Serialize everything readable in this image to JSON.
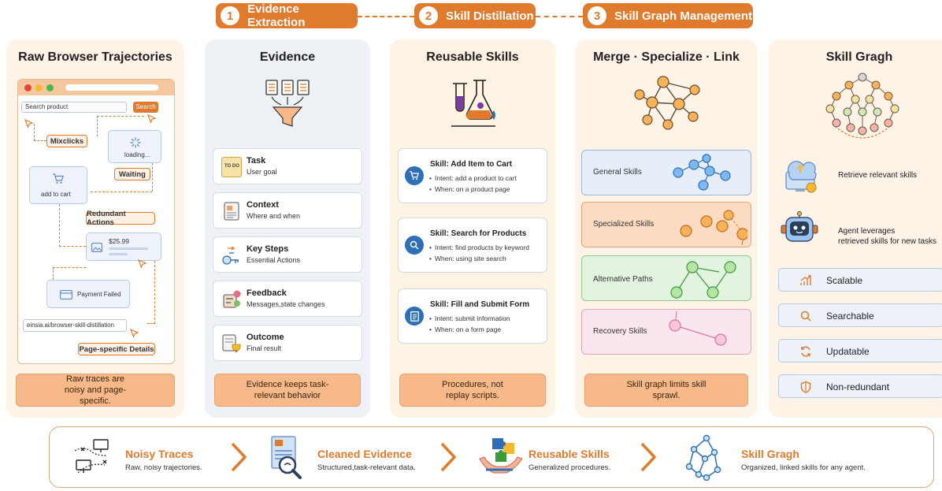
{
  "stages": [
    {
      "num": "1",
      "label": "Evidence Extraction"
    },
    {
      "num": "2",
      "label": "Skill Distillation"
    },
    {
      "num": "3",
      "label": "Skill Graph Management"
    }
  ],
  "col1": {
    "title": "Raw Browser Trajectories",
    "search_placeholder": "Search product",
    "search_button": "Search",
    "loading": "loading...",
    "add_to_cart": "add to cart",
    "price": "$25.99",
    "payment_failed": "Payment Failed",
    "url": "einsia.ai/browser-skill-distillation",
    "tags": [
      "Mixclicks",
      "Waiting",
      "Redundant Actions",
      "Page-specific Details"
    ],
    "footer": "Raw traces are noisy and page-specific."
  },
  "col2": {
    "title": "Evidence",
    "cards": [
      {
        "title": "Task",
        "sub": "User goal",
        "icon": "todo-icon"
      },
      {
        "title": "Context",
        "sub": "Where and when",
        "icon": "document-icon"
      },
      {
        "title": "Key Steps",
        "sub": "Essential Actions",
        "icon": "steps-icon"
      },
      {
        "title": "Feedback",
        "sub": "Messages,state changes",
        "icon": "feedback-icon"
      },
      {
        "title": "Outcome",
        "sub": "Final result",
        "icon": "trophy-icon"
      }
    ],
    "todo_text": "TO DO",
    "footer": "Evidence keeps task-relevant behavior"
  },
  "col3": {
    "title": "Reusable Skills",
    "cards": [
      {
        "title": "Skill: Add Item to Cart",
        "intent": "Intent: add a product to cart",
        "when": "When: on a product page",
        "icon": "cart-icon"
      },
      {
        "title": "Skill: Search for Products",
        "intent": "Intent: find products by keyword",
        "when": "When: using site search",
        "icon": "search-icon"
      },
      {
        "title": "Skill: Fill and Submit Form",
        "intent": "Intent: submit information",
        "when": "When: on a form page",
        "icon": "form-icon"
      }
    ],
    "footer": "Procedures, not replay scripts."
  },
  "col4": {
    "title": "Merge · Specialize · Link",
    "bands": [
      {
        "label": "General Skills"
      },
      {
        "label": "Specialized Skills"
      },
      {
        "label": "Alternative Paths"
      },
      {
        "label": "Recovery Skills"
      }
    ],
    "footer": "Skill graph limits skill sprawl."
  },
  "col5": {
    "title": "Skill Gragh",
    "retrieve": "Retrieve relevant skills",
    "agent_line1": "Agent leverages",
    "agent_line2": "retrieved skills for new tasks",
    "props": [
      "Scalable",
      "Searchable",
      "Updatable",
      "Non-redundant"
    ]
  },
  "pipeline": [
    {
      "title": "Noisy Traces",
      "sub": "Raw, noisy trajectories."
    },
    {
      "title": "Cleaned Evidence",
      "sub": "Structured,task-relevant data."
    },
    {
      "title": "Reusable Skills",
      "sub": "Generalized procedures."
    },
    {
      "title": "Skill Gragh",
      "sub": "Organized, linked skills for any agent."
    }
  ],
  "colors": {
    "accent": "#e07b2e",
    "col1_bg": "#fdf3e7",
    "col2_bg": "#eef2f7",
    "col3_bg": "#fdf3e3",
    "col4_bg": "#fdf3e7",
    "col5_bg": "#fdf3e7"
  }
}
